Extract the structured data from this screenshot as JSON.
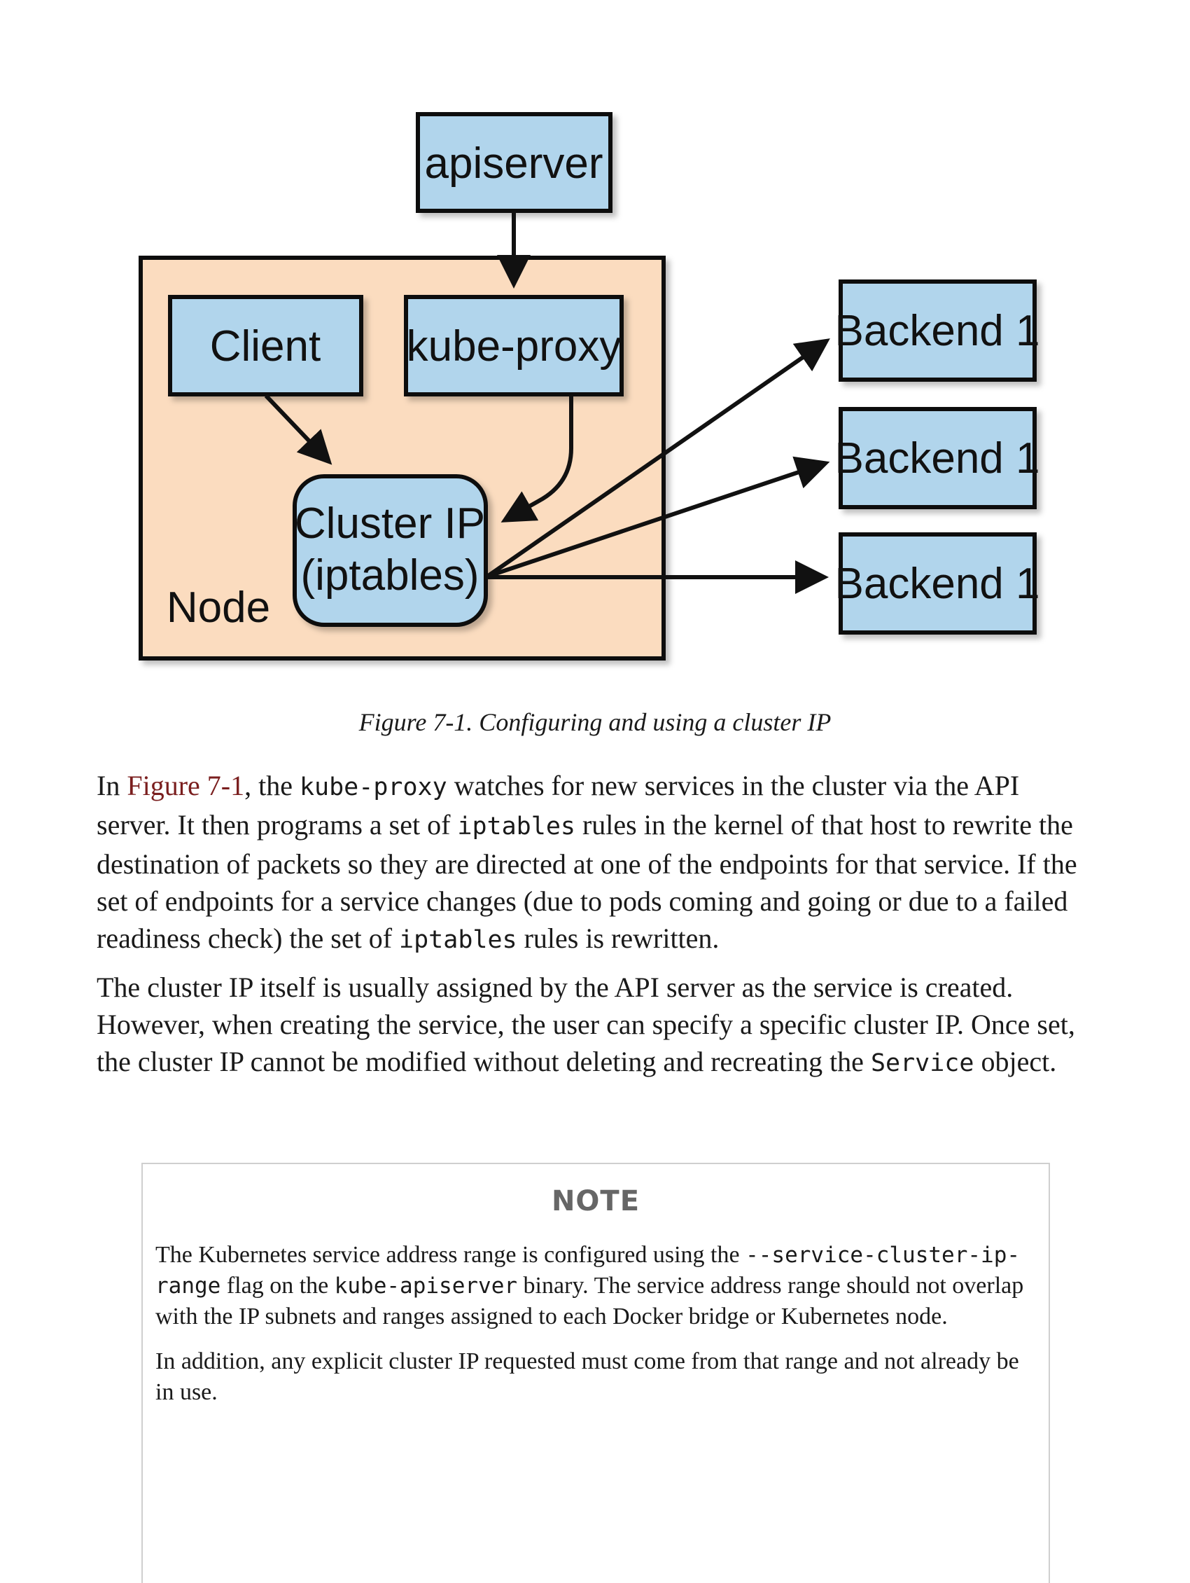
{
  "figure": {
    "nodes": {
      "apiserver": "apiserver",
      "client": "Client",
      "kube_proxy": "kube-proxy",
      "cluster_ip_line1": "Cluster IP",
      "cluster_ip_line2": "(iptables)",
      "node": "Node",
      "backend_top": "Backend 1",
      "backend_middle": "Backend 1",
      "backend_bottom": "Backend 1"
    },
    "colors": {
      "box_fill": "#b1d5ec",
      "node_fill": "#fbdcbf",
      "stroke": "#111111",
      "link": "#7a1e1e",
      "note_title": "#666666"
    },
    "caption": "Figure 7-1. Configuring and using a cluster IP"
  },
  "para1": {
    "t1": "In ",
    "link": "Figure 7-1",
    "t2": ", the ",
    "c1": "kube-proxy",
    "t3": " watches for new services in the cluster via the API server. It then programs a set of ",
    "c2": "iptables",
    "t4": " rules in the kernel of that host to rewrite the destination of packets so they are directed at one of the endpoints for that service. If the set of endpoints for a service changes (due to pods coming and going or due to a failed readiness check) the set of ",
    "c3": "iptables",
    "t5": " rules is rewritten."
  },
  "para2": {
    "t1": "The cluster IP itself is usually assigned by the API server as the service is created. However, when creating the service, the user can specify a specific cluster IP. Once set, the cluster IP cannot be modified without deleting and recreating the ",
    "c1": "Service",
    "t2": " object."
  },
  "note": {
    "title": "NOTE",
    "p1": {
      "t1": "The Kubernetes service address range is configured using the ",
      "c1": "--service-cluster-ip-range",
      "t2": " flag on the ",
      "c2": "kube-apiserver",
      "t3": " binary. The service address range should not overlap with the IP subnets and ranges assigned to each Docker bridge or Kubernetes node."
    },
    "p2": "In addition, any explicit cluster IP requested must come from that range and not already be in use."
  }
}
